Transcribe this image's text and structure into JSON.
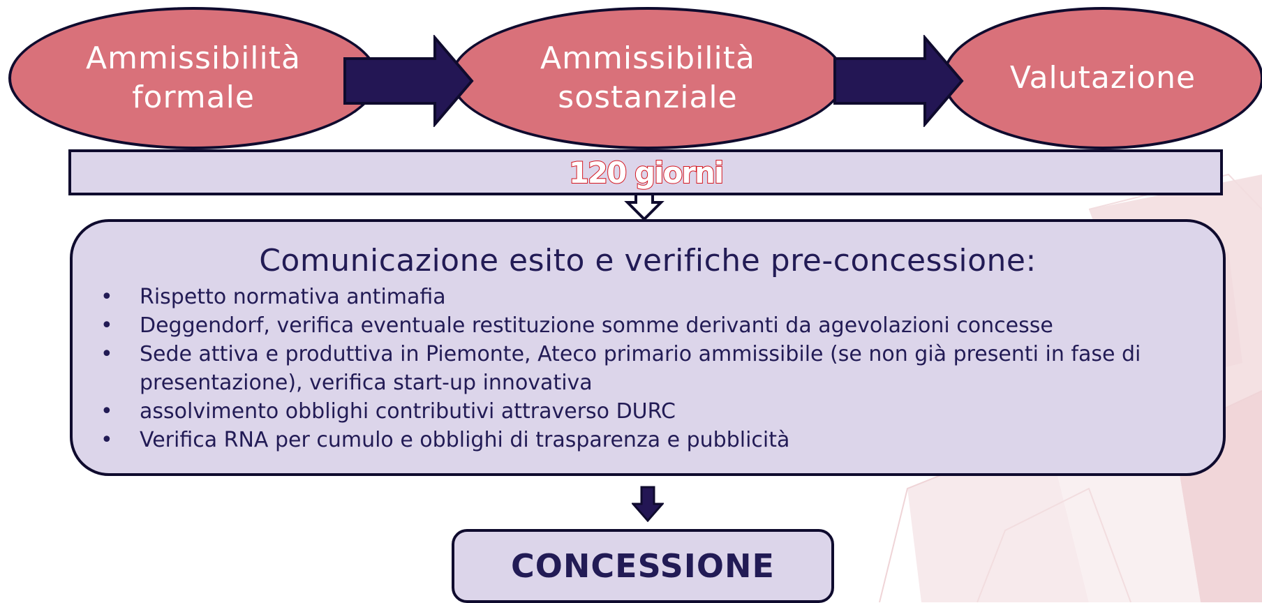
{
  "steps": [
    {
      "line1": "Ammissibilità",
      "line2": "formale"
    },
    {
      "line1": "Ammissibilità",
      "line2": "sostanziale"
    },
    {
      "line1": "Valutazione",
      "line2": ""
    }
  ],
  "timeline_label": "120 giorni",
  "panel": {
    "title": "Comunicazione esito e verifiche pre-concessione:",
    "bullet_glyph": "•",
    "items": [
      "Rispetto normativa antimafia",
      "Deggendorf, verifica eventuale restituzione somme derivanti da agevolazioni concesse",
      "Sede attiva e produttiva in Piemonte, Ateco primario ammissibile (se non già presenti in fase di presentazione), verifica start-up innovativa",
      "assolvimento obblighi contributivi attraverso DURC",
      "Verifica RNA per cumulo e obblighi di trasparenza e pubblicità"
    ]
  },
  "final_label": "CONCESSIONE",
  "colors": {
    "ellipse_fill": "#d9717a",
    "arrow_fill": "#231654",
    "box_fill": "#dcd5ea",
    "outline": "#0f0b2e",
    "text_dark": "#221b55",
    "highlight_red": "#d4151f"
  }
}
